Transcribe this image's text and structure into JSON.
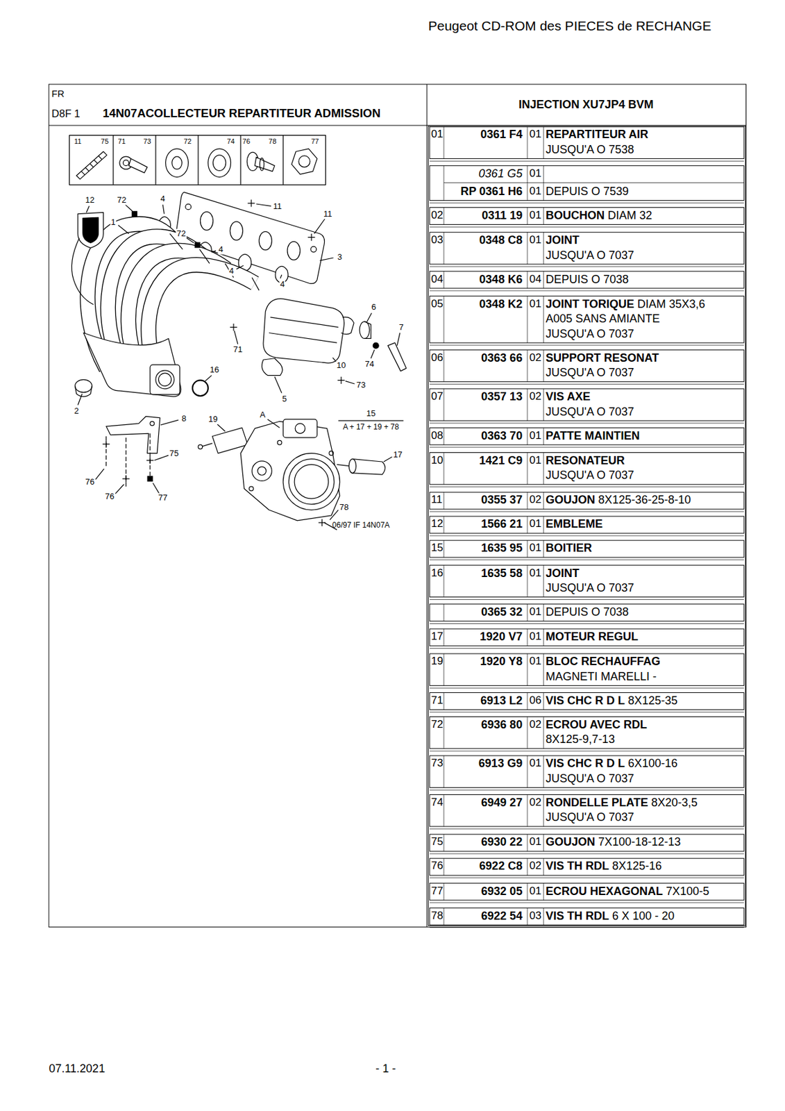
{
  "diagram": {
    "title": "14N07ACOLLECTEUR REPARTITEUR ADMISSION",
    "labels": [
      "Peugeot CD-ROM des PIECES de RECHANGE",
      "FR",
      "D8F 1",
      "INJECTION XU7JP4 BVM",
      "11",
      "75",
      "71",
      "73",
      "72",
      "74",
      "76",
      "78",
      "77",
      "12",
      "72",
      "4",
      "11",
      "11",
      "1",
      "72",
      "4",
      "3",
      "4",
      "4",
      "6",
      "7",
      "71",
      "10",
      "74",
      "16",
      "73",
      "5",
      "2",
      "15",
      "A + 17 + 19 + 78",
      "A",
      "8",
      "19",
      "17",
      "75",
      "76",
      "76",
      "77",
      "78",
      "06/97 IF 14N07A",
      "01",
      "0361 F4",
      "01",
      "REPARTITEUR AIR",
      "JUSQU'A O 7538",
      "0361 G5",
      "01",
      "RP 0361 H6",
      "01",
      "DEPUIS O 7539",
      "02",
      "0311 19",
      "01",
      "BOUCHON",
      "DIAM 32",
      "03",
      "0348 C8",
      "01",
      "JOINT",
      "JUSQU'A O 7037",
      "04",
      "0348 K6",
      "04",
      "DEPUIS O 7038",
      "05",
      "0348 K2",
      "01",
      "JOINT TORIQUE",
      "DIAM 35X3,6",
      "A005 SANS AMIANTE",
      "JUSQU'A O 7037",
      "06",
      "0363 66",
      "02",
      "SUPPORT RESONAT",
      "JUSQU'A O 7037",
      "07",
      "0357 13",
      "02",
      "VIS AXE",
      "JUSQU'A O 7037",
      "08",
      "0363 70",
      "01",
      "PATTE MAINTIEN",
      "10",
      "1421 C9",
      "01",
      "RESONATEUR",
      "JUSQU'A O 7037",
      "11",
      "0355 37",
      "02",
      "GOUJON",
      "8X125-36-25-8-10",
      "12",
      "1566 21",
      "01",
      "EMBLEME",
      "15",
      "1635 95",
      "01",
      "BOITIER",
      "16",
      "1635 58",
      "01",
      "JOINT",
      "JUSQU'A O 7037",
      "0365 32",
      "01",
      "DEPUIS O 7038",
      "17",
      "1920 V7",
      "01",
      "MOTEUR REGUL",
      "19",
      "1920 Y8",
      "01",
      "BLOC RECHAUFFAG",
      "MAGNETI MARELLI -",
      "71",
      "6913 L2",
      "06",
      "VIS CHC R D L",
      "8X125-35",
      "72",
      "6936 80",
      "02",
      "ECROU AVEC RDL",
      "8X125-9,7-13",
      "73",
      "6913 G9",
      "01",
      "VIS CHC R D L",
      "6X100-16",
      "JUSQU'A O 7037",
      "74",
      "6949 27",
      "02",
      "RONDELLE PLATE",
      "8X20-3,5",
      "JUSQU'A O 7037",
      "75",
      "6930 22",
      "01",
      "GOUJON",
      "7X100-18-12-13",
      "76",
      "6922 C8",
      "02",
      "VIS TH RDL",
      "8X125-16",
      "77",
      "6932 05",
      "01",
      "ECROU HEXAGONAL",
      "7X100-5",
      "78",
      "6922 54",
      "03",
      "VIS TH RDL",
      "6 X 100 - 20",
      "07.11.2021",
      "- 1 -"
    ]
  }
}
